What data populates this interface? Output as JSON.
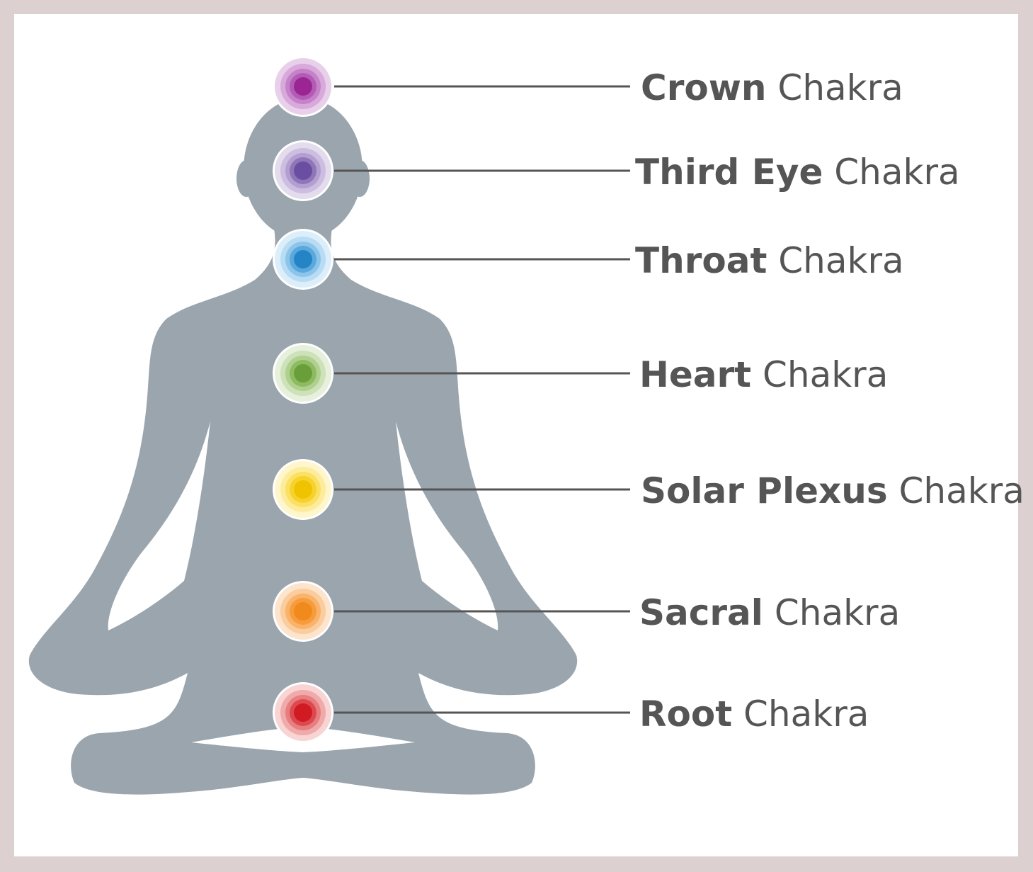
{
  "chakras": [
    {
      "name": "Crown",
      "suffix": "Chakra",
      "colors": [
        "#e8d0ea",
        "#d9a9dc",
        "#c682c9",
        "#b35cb5",
        "#9b2593"
      ]
    },
    {
      "name": "Third Eye",
      "suffix": "Chakra",
      "colors": [
        "#e2dced",
        "#cdbde0",
        "#b39fd0",
        "#8e76b9",
        "#6a4ea2"
      ]
    },
    {
      "name": "Throat",
      "suffix": "Chakra",
      "colors": [
        "#dceefa",
        "#b8dcf3",
        "#8cc5ea",
        "#5aa8dc",
        "#2584c6"
      ]
    },
    {
      "name": "Heart",
      "suffix": "Chakra",
      "colors": [
        "#e6f0dc",
        "#cde2b9",
        "#afd08f",
        "#8dbb60",
        "#6a9e3a"
      ]
    },
    {
      "name": "Solar Plexus",
      "suffix": "Chakra",
      "colors": [
        "#fff6cc",
        "#fdec9b",
        "#fbe062",
        "#f7d12e",
        "#f0c300"
      ]
    },
    {
      "name": "Sacral",
      "suffix": "Chakra",
      "colors": [
        "#fde4cc",
        "#fbcc9d",
        "#f9b36a",
        "#f69c3c",
        "#f18a1d"
      ]
    },
    {
      "name": "Root",
      "suffix": "Chakra",
      "colors": [
        "#f8d4d4",
        "#f1aaaa",
        "#e77e80",
        "#dc4a50",
        "#d01b22"
      ]
    }
  ],
  "colors": {
    "silhouette": "#9aa5ae",
    "leader_line": "#555555",
    "label_text": "#555555",
    "frame_border": "#ddd0d0"
  }
}
